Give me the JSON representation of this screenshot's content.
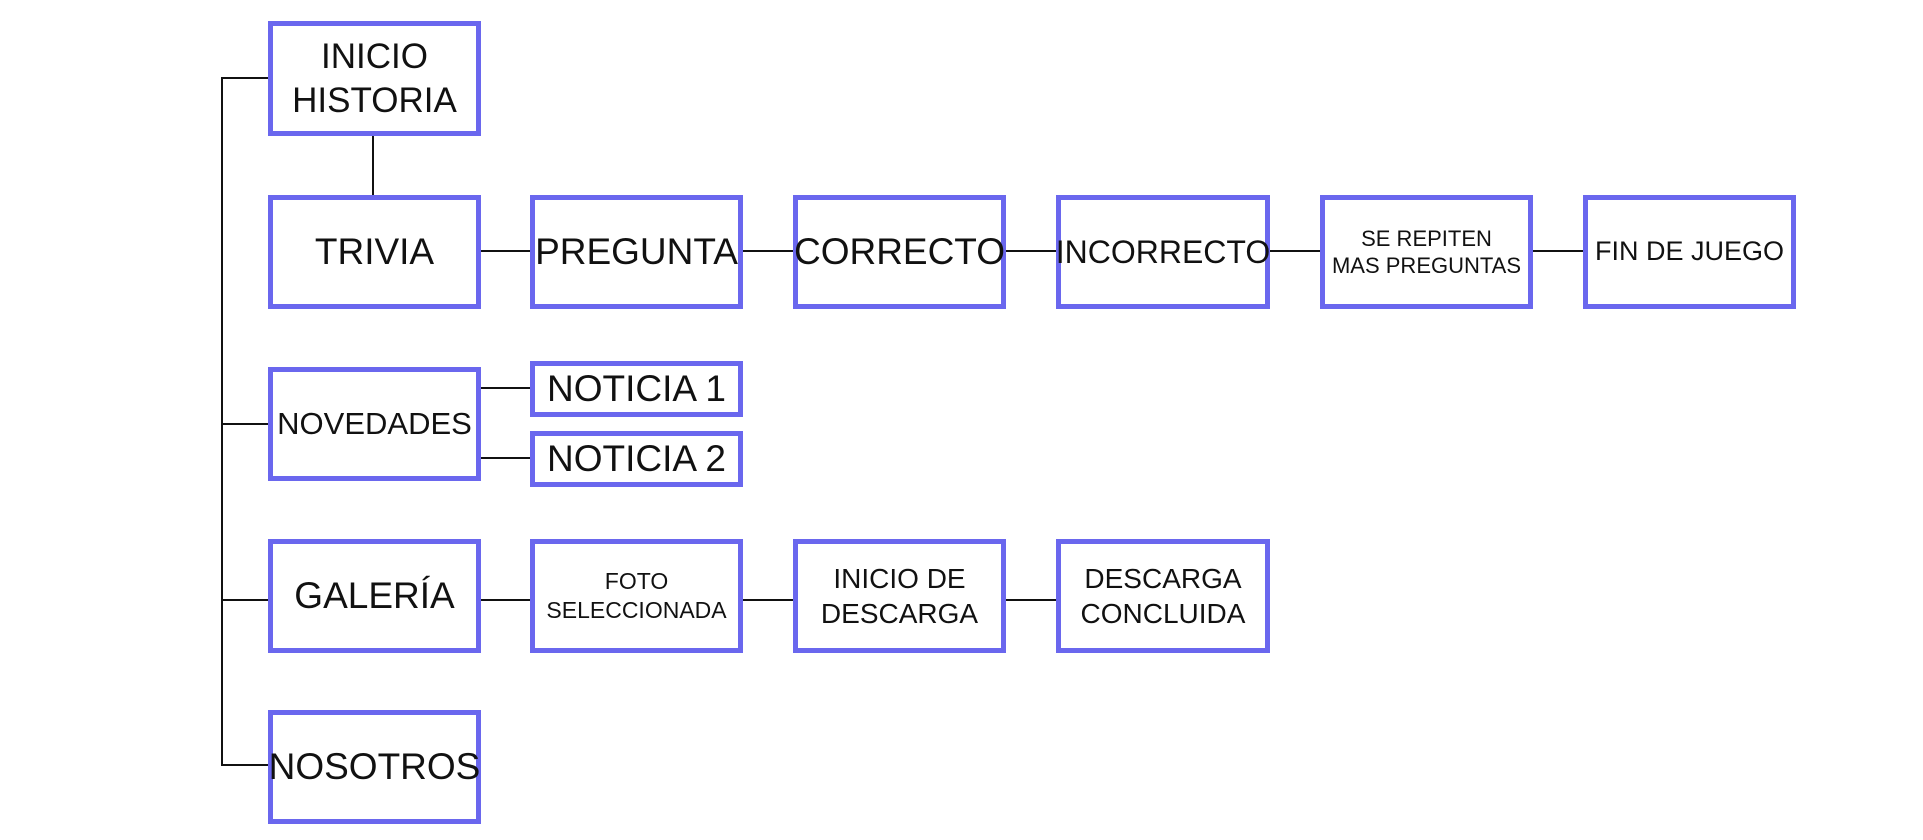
{
  "colors": {
    "box_border": "#6a67ee",
    "connector": "#111111",
    "text": "#111111",
    "background": "#ffffff"
  },
  "nodes": {
    "inicio_historia": "INICIO\nHISTORIA",
    "trivia": "TRIVIA",
    "pregunta": "PREGUNTA",
    "correcto": "CORRECTO",
    "incorrecto": "INCORRECTO",
    "se_repiten": "SE REPITEN\nMAS PREGUNTAS",
    "fin_de_juego": "FIN DE JUEGO",
    "novedades": "NOVEDADES",
    "noticia_1": "NOTICIA 1",
    "noticia_2": "NOTICIA 2",
    "galeria": "GALERÍA",
    "foto_seleccionada": "FOTO\nSELECCIONADA",
    "inicio_descarga": "INICIO DE\nDESCARGA",
    "descarga_concluida": "DESCARGA\nCONCLUIDA",
    "nosotros": "NOSOTROS"
  }
}
